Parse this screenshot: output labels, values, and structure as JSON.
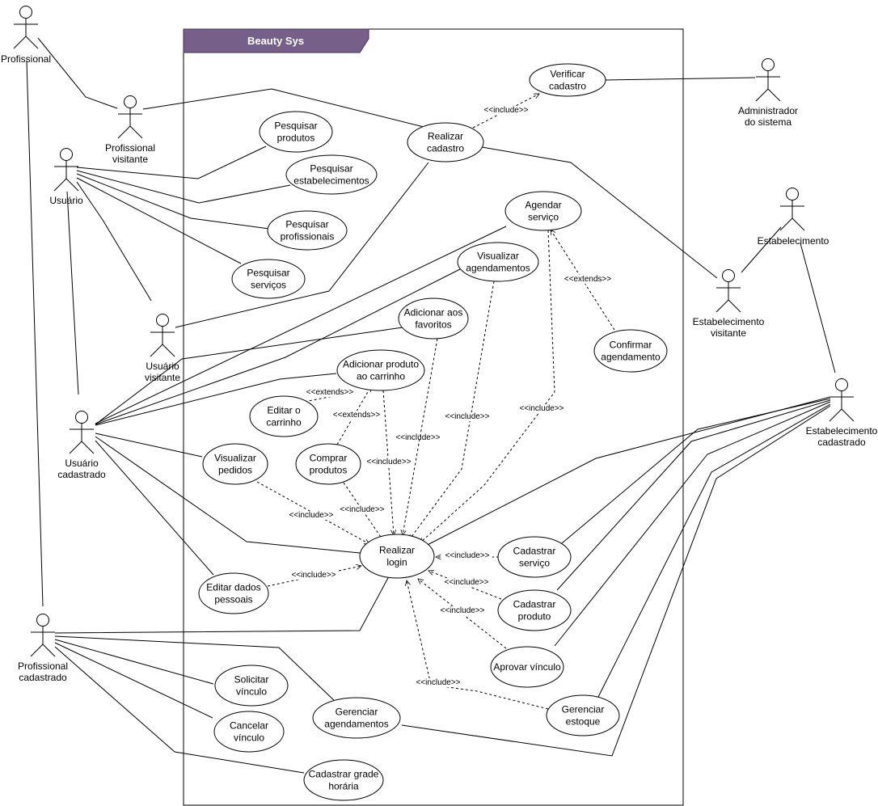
{
  "system": {
    "title": "Beauty Sys",
    "header_color": "#76608a"
  },
  "actors": [
    {
      "id": "profissional",
      "label": [
        "Profissional"
      ]
    },
    {
      "id": "prof_visitante",
      "label": [
        "Profissional",
        "visitante"
      ]
    },
    {
      "id": "usuario",
      "label": [
        "Usuário"
      ]
    },
    {
      "id": "usuario_visitante",
      "label": [
        "Usuário",
        "visitante"
      ]
    },
    {
      "id": "usuario_cadastrado",
      "label": [
        "Usuário",
        "cadastrado"
      ]
    },
    {
      "id": "prof_cadastrado",
      "label": [
        "Profissional",
        "cadastrado"
      ]
    },
    {
      "id": "administrador",
      "label": [
        "Administrador",
        "do sistema"
      ]
    },
    {
      "id": "estabelecimento",
      "label": [
        "Estabelecimento"
      ]
    },
    {
      "id": "estab_visitante",
      "label": [
        "Estabelecimento",
        "visitante"
      ]
    },
    {
      "id": "estab_cadastrado",
      "label": [
        "Estabelecimento",
        "cadastrado"
      ]
    }
  ],
  "use_cases": [
    {
      "id": "verificar_cadastro",
      "label": [
        "Verificar",
        "cadastro"
      ]
    },
    {
      "id": "realizar_cadastro",
      "label": [
        "Realizar",
        "cadastro"
      ]
    },
    {
      "id": "pesquisar_produtos",
      "label": [
        "Pesquisar",
        "produtos"
      ]
    },
    {
      "id": "pesquisar_estab",
      "label": [
        "Pesquisar",
        "estabelecimentos"
      ]
    },
    {
      "id": "pesquisar_prof",
      "label": [
        "Pesquisar",
        "profissionais"
      ]
    },
    {
      "id": "pesquisar_servicos",
      "label": [
        "Pesquisar",
        "serviços"
      ]
    },
    {
      "id": "agendar_servico",
      "label": [
        "Agendar",
        "serviço"
      ]
    },
    {
      "id": "visualizar_agend",
      "label": [
        "Visualizar",
        "agendamentos"
      ]
    },
    {
      "id": "adicionar_favoritos",
      "label": [
        "Adicionar aos",
        "favoritos"
      ]
    },
    {
      "id": "confirmar_agend",
      "label": [
        "Confirmar",
        "agendamento"
      ]
    },
    {
      "id": "adicionar_carrinho",
      "label": [
        "Adicionar produto",
        "ao carrinho"
      ]
    },
    {
      "id": "editar_carrinho",
      "label": [
        "Editar o",
        "carrinho"
      ]
    },
    {
      "id": "comprar_produtos",
      "label": [
        "Comprar",
        "produtos"
      ]
    },
    {
      "id": "visualizar_pedidos",
      "label": [
        "Visualizar",
        "pedidos"
      ]
    },
    {
      "id": "realizar_login",
      "label": [
        "Realizar",
        "login"
      ]
    },
    {
      "id": "cadastrar_servico",
      "label": [
        "Cadastrar",
        "serviço"
      ]
    },
    {
      "id": "editar_dados",
      "label": [
        "Editar dados",
        "pessoais"
      ]
    },
    {
      "id": "cadastrar_produto",
      "label": [
        "Cadastrar",
        "produto"
      ]
    },
    {
      "id": "aprovar_vinculo",
      "label": [
        "Aprovar vínculo"
      ]
    },
    {
      "id": "solicitar_vinculo",
      "label": [
        "Solicitar",
        "vínculo"
      ]
    },
    {
      "id": "cancelar_vinculo",
      "label": [
        "Cancelar",
        "vínculo"
      ]
    },
    {
      "id": "gerenciar_agend",
      "label": [
        "Gerenciar",
        "agendamentos"
      ]
    },
    {
      "id": "gerenciar_estoque",
      "label": [
        "Gerenciar",
        "estoque"
      ]
    },
    {
      "id": "cadastrar_grade",
      "label": [
        "Cadastrar grade",
        "horária"
      ]
    }
  ],
  "dependencies": [
    {
      "id": "dep_verificar",
      "label": "<<include>>"
    },
    {
      "id": "dep_confirmar",
      "label": "<<extends>>"
    },
    {
      "id": "dep_editar_carrinho",
      "label": "<<extends>>"
    },
    {
      "id": "dep_comprar_carrinho",
      "label": "<<extends>>"
    },
    {
      "id": "dep_agendar",
      "label": "<<include>>"
    },
    {
      "id": "dep_visualizar_agend",
      "label": "<<include>>"
    },
    {
      "id": "dep_carrinho",
      "label": "<<include>>"
    },
    {
      "id": "dep_comprar",
      "label": "<<include>>"
    },
    {
      "id": "dep_pedidos",
      "label": "<<include>>"
    },
    {
      "id": "dep_comprar2",
      "label": "<<include>>"
    },
    {
      "id": "dep_editar_dados",
      "label": "<<include>>"
    },
    {
      "id": "dep_cad_servico",
      "label": "<<include>>"
    },
    {
      "id": "dep_cad_produto",
      "label": "<<include>>"
    },
    {
      "id": "dep_aprovar",
      "label": "<<include>>"
    },
    {
      "id": "dep_estoque",
      "label": "<<include>>"
    }
  ]
}
